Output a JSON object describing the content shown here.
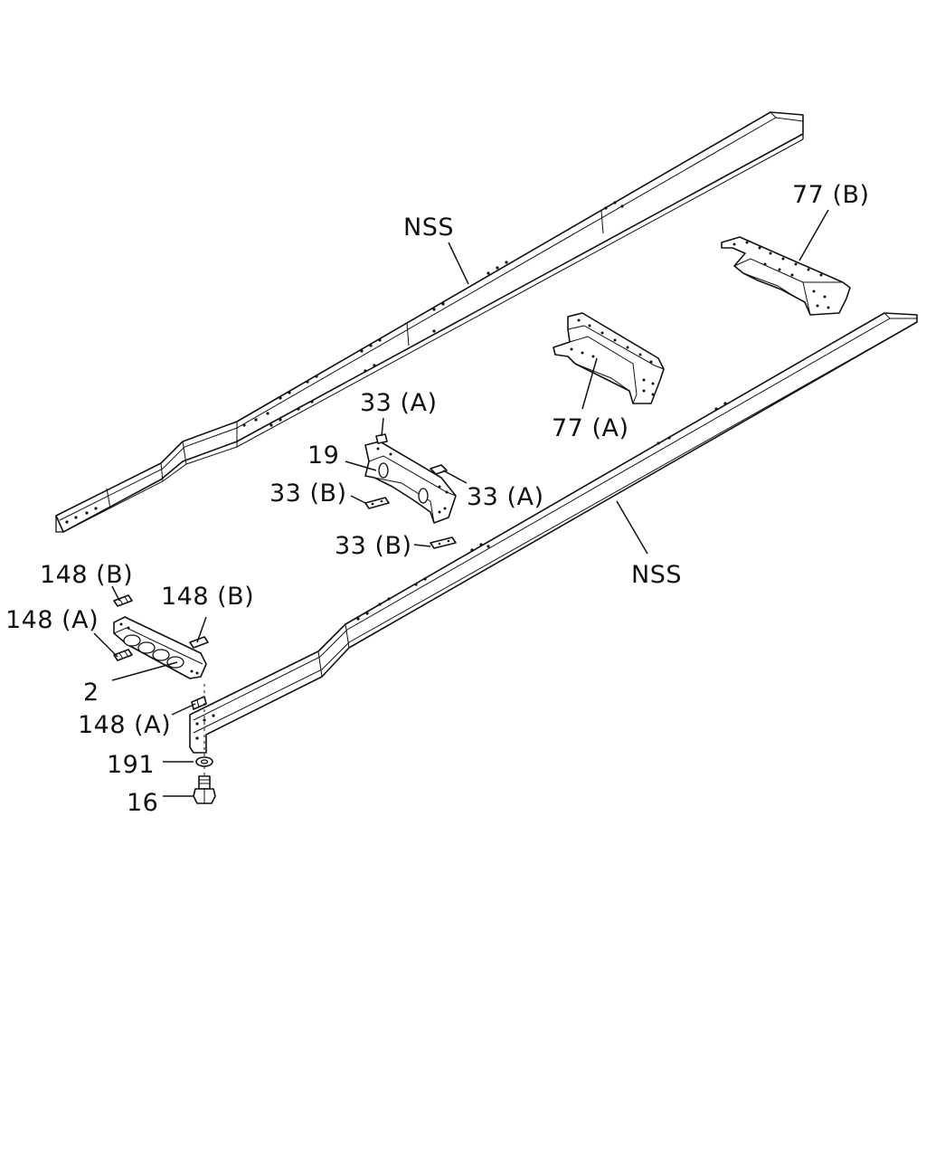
{
  "labels": {
    "nss_upper": "NSS",
    "nss_lower": "NSS",
    "part_77b": "77 (B)",
    "part_77a": "77 (A)",
    "part_33a_top": "33 (A)",
    "part_33a_right": "33 (A)",
    "part_33b_left": "33 (B)",
    "part_33b_bottom": "33 (B)",
    "part_19": "19",
    "part_148b_left": "148 (B)",
    "part_148b_right": "148 (B)",
    "part_148a_left": "148 (A)",
    "part_148a_bottom": "148 (A)",
    "part_2": "2",
    "part_191": "191",
    "part_16": "16"
  },
  "colors": {
    "ink": "#111111",
    "paper": "#ffffff"
  }
}
